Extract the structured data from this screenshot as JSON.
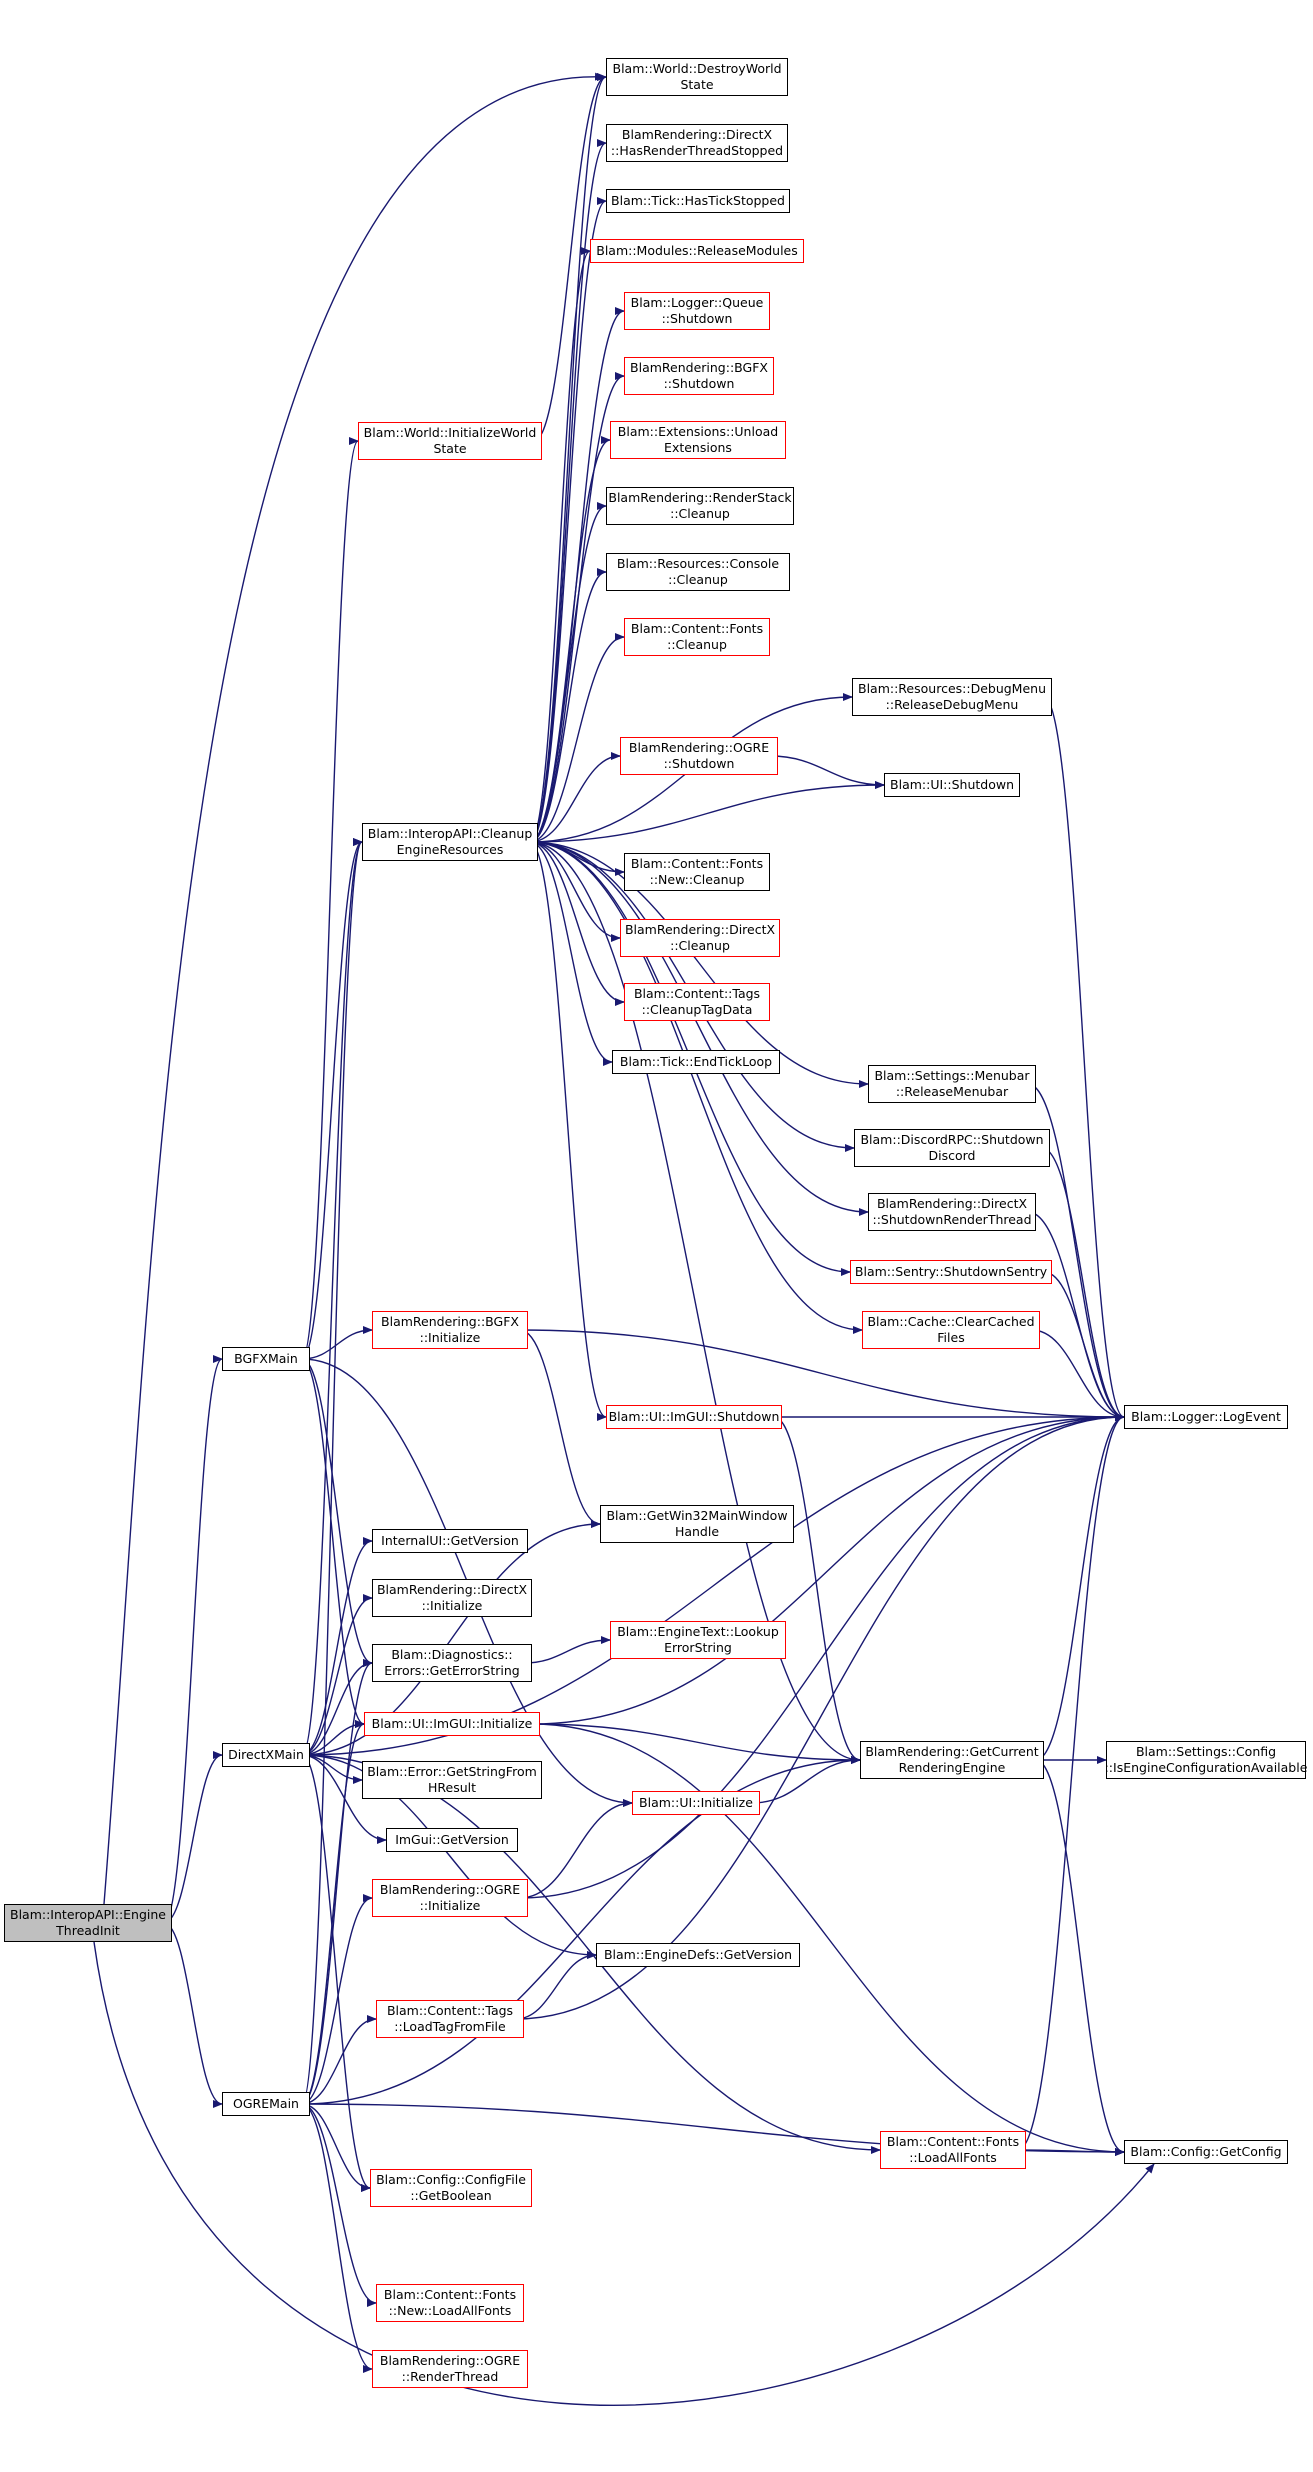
{
  "colors": {
    "edge": "#191970",
    "normal_border": "#000000",
    "missing_border": "#ff0000",
    "root_fill": "#bfbfbf"
  },
  "nodes": {
    "engine_thread_init": {
      "lines": [
        "Blam::InteropAPI::Engine",
        "ThreadInit"
      ]
    },
    "bgfx_main": {
      "lines": [
        "BGFXMain"
      ]
    },
    "directx_main": {
      "lines": [
        "DirectXMain"
      ]
    },
    "ogre_main": {
      "lines": [
        "OGREMain"
      ]
    },
    "world_initialize_world_state": {
      "lines": [
        "Blam::World::InitializeWorld",
        "State"
      ]
    },
    "cleanup_engine_resources": {
      "lines": [
        "Blam::InteropAPI::Cleanup",
        "EngineResources"
      ]
    },
    "bgfx_initialize": {
      "lines": [
        "BlamRendering::BGFX",
        "::Initialize"
      ]
    },
    "internalui_get_version": {
      "lines": [
        "InternalUI::GetVersion"
      ]
    },
    "directx_initialize": {
      "lines": [
        "BlamRendering::DirectX",
        "::Initialize"
      ]
    },
    "diagnostics_get_error_string": {
      "lines": [
        "Blam::Diagnostics::",
        "Errors::GetErrorString"
      ]
    },
    "imgui_initialize": {
      "lines": [
        "Blam::UI::ImGUI::Initialize"
      ]
    },
    "error_get_string_from_hresult": {
      "lines": [
        "Blam::Error::GetStringFrom",
        "HResult"
      ]
    },
    "imgui_get_version": {
      "lines": [
        "ImGui::GetVersion"
      ]
    },
    "ogre_initialize": {
      "lines": [
        "BlamRendering::OGRE",
        "::Initialize"
      ]
    },
    "tags_load_tag_from_file": {
      "lines": [
        "Blam::Content::Tags",
        "::LoadTagFromFile"
      ]
    },
    "configfile_get_boolean": {
      "lines": [
        "Blam::Config::ConfigFile",
        "::GetBoolean"
      ]
    },
    "fonts_new_load_all_fonts": {
      "lines": [
        "Blam::Content::Fonts",
        "::New::LoadAllFonts"
      ]
    },
    "ogre_render_thread": {
      "lines": [
        "BlamRendering::OGRE",
        "::RenderThread"
      ]
    },
    "world_destroy_world_state": {
      "lines": [
        "Blam::World::DestroyWorld",
        "State"
      ]
    },
    "directx_has_render_thread_stopped": {
      "lines": [
        "BlamRendering::DirectX",
        "::HasRenderThreadStopped"
      ]
    },
    "tick_has_tick_stopped": {
      "lines": [
        "Blam::Tick::HasTickStopped"
      ]
    },
    "modules_release_modules": {
      "lines": [
        "Blam::Modules::ReleaseModules"
      ]
    },
    "logger_queue_shutdown": {
      "lines": [
        "Blam::Logger::Queue",
        "::Shutdown"
      ]
    },
    "bgfx_shutdown": {
      "lines": [
        "BlamRendering::BGFX",
        "::Shutdown"
      ]
    },
    "extensions_unload_extensions": {
      "lines": [
        "Blam::Extensions::Unload",
        "Extensions"
      ]
    },
    "renderstack_cleanup": {
      "lines": [
        "BlamRendering::RenderStack",
        "::Cleanup"
      ]
    },
    "resources_console_cleanup": {
      "lines": [
        "Blam::Resources::Console",
        "::Cleanup"
      ]
    },
    "fonts_cleanup": {
      "lines": [
        "Blam::Content::Fonts",
        "::Cleanup"
      ]
    },
    "ogre_shutdown": {
      "lines": [
        "BlamRendering::OGRE",
        "::Shutdown"
      ]
    },
    "fonts_new_cleanup": {
      "lines": [
        "Blam::Content::Fonts",
        "::New::Cleanup"
      ]
    },
    "directx_cleanup": {
      "lines": [
        "BlamRendering::DirectX",
        "::Cleanup"
      ]
    },
    "tags_cleanup_tag_data": {
      "lines": [
        "Blam::Content::Tags",
        "::CleanupTagData"
      ]
    },
    "tick_end_tick_loop": {
      "lines": [
        "Blam::Tick::EndTickLoop"
      ]
    },
    "imgui_shutdown": {
      "lines": [
        "Blam::UI::ImGUI::Shutdown"
      ]
    },
    "get_win32_main_window_handle": {
      "lines": [
        "Blam::GetWin32MainWindow",
        "Handle"
      ]
    },
    "enginetext_lookup_error_string": {
      "lines": [
        "Blam::EngineText::Lookup",
        "ErrorString"
      ]
    },
    "ui_initialize": {
      "lines": [
        "Blam::UI::Initialize"
      ]
    },
    "enginedefs_get_version": {
      "lines": [
        "Blam::EngineDefs::GetVersion"
      ]
    },
    "resources_release_debug_menu": {
      "lines": [
        "Blam::Resources::DebugMenu",
        "::ReleaseDebugMenu"
      ]
    },
    "ui_shutdown": {
      "lines": [
        "Blam::UI::Shutdown"
      ]
    },
    "menubar_release_menubar": {
      "lines": [
        "Blam::Settings::Menubar",
        "::ReleaseMenubar"
      ]
    },
    "discord_shutdown_discord": {
      "lines": [
        "Blam::DiscordRPC::Shutdown",
        "Discord"
      ]
    },
    "directx_shutdown_render_thread": {
      "lines": [
        "BlamRendering::DirectX",
        "::ShutdownRenderThread"
      ]
    },
    "sentry_shutdown_sentry": {
      "lines": [
        "Blam::Sentry::ShutdownSentry"
      ]
    },
    "cache_clear_cached_files": {
      "lines": [
        "Blam::Cache::ClearCached",
        "Files"
      ]
    },
    "get_current_rendering_engine": {
      "lines": [
        "BlamRendering::GetCurrent",
        "RenderingEngine"
      ]
    },
    "fonts_load_all_fonts": {
      "lines": [
        "Blam::Content::Fonts",
        "::LoadAllFonts"
      ]
    },
    "logger_log_event": {
      "lines": [
        "Blam::Logger::LogEvent"
      ]
    },
    "config_is_engine_configuration_available": {
      "lines": [
        "Blam::Settings::Config",
        "::IsEngineConfigurationAvailable"
      ]
    },
    "config_get_config": {
      "lines": [
        "Blam::Config::GetConfig"
      ]
    }
  }
}
